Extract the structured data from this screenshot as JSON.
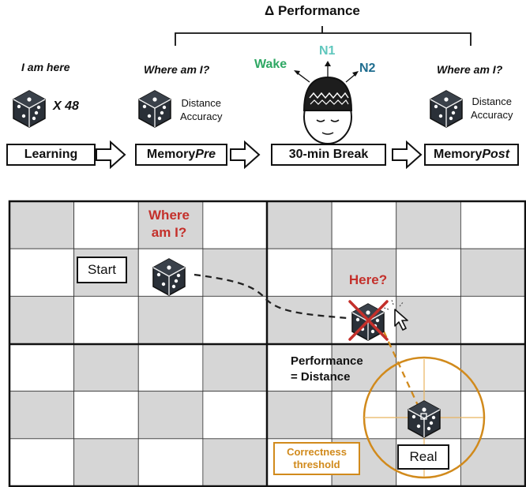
{
  "top_title": "Δ Performance",
  "labels": {
    "i_am_here": "I am here",
    "where_am_i_1": "Where am I?",
    "where_am_i_2": "Where am I?",
    "x48": "X 48",
    "distance_1": "Distance",
    "accuracy_1": "Accuracy",
    "distance_2": "Distance",
    "accuracy_2": "Accuracy"
  },
  "sleep_stages": {
    "wake": "Wake",
    "n1": "N1",
    "n2": "N2"
  },
  "steps": {
    "learning": "Learning",
    "memory_pre_prefix": "Memory",
    "memory_pre_suffix": "Pre",
    "break": "30-min Break",
    "memory_post_prefix": "Memory",
    "memory_post_suffix": "Post"
  },
  "grid": {
    "where_am_i_line1": "Where",
    "where_am_i_line2": "am I?",
    "start": "Start",
    "here": "Here?",
    "performance_line1": "Performance",
    "performance_line2": "= Distance",
    "real": "Real",
    "threshold_line1": "Correctness",
    "threshold_line2": "threshold"
  },
  "colors": {
    "wake": "#2fa864",
    "n1": "#5fc7bd",
    "n2": "#1f6d8f",
    "red_text": "#c4302b",
    "threshold": "#d18a1c",
    "grey_cell": "#d6d6d6"
  }
}
